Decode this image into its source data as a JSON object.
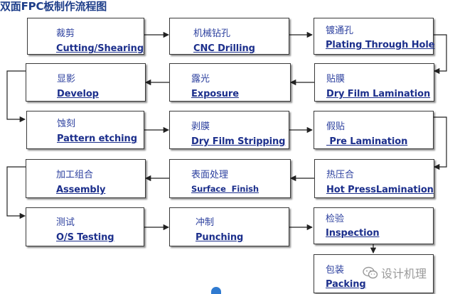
{
  "title": "双面FPC板制作流程图",
  "steps": [
    {
      "cn": "裁剪",
      "en": "Cutting/Shearing"
    },
    {
      "cn": "机械钻孔",
      "en": "CNC Drilling"
    },
    {
      "cn": "镀通孔",
      "en": "Plating Through Hole"
    },
    {
      "cn": "显影",
      "en": "Develop"
    },
    {
      "cn": "露光",
      "en": "Exposure"
    },
    {
      "cn": "贴膜",
      "en": "Dry Film Lamination"
    },
    {
      "cn": "蚀刻",
      "en": "Pattern etching"
    },
    {
      "cn": "剥膜",
      "en": "Dry Film Stripping"
    },
    {
      "cn": "假贴",
      "en": " Pre Lamination"
    },
    {
      "cn": "加工组合",
      "en": "Assembly"
    },
    {
      "cn": "表面处理",
      "en": "Surface  Finish"
    },
    {
      "cn": "热压合",
      "en": "Hot PressLamination"
    },
    {
      "cn": "测试",
      "en": "O/S Testing"
    },
    {
      "cn": "冲制",
      "en": "Punching"
    },
    {
      "cn": "检验",
      "en": "Inspection"
    },
    {
      "cn": "包装",
      "en": "Packing"
    }
  ],
  "watermark": {
    "text": "设计机理",
    "icon": "wechat-icon"
  }
}
